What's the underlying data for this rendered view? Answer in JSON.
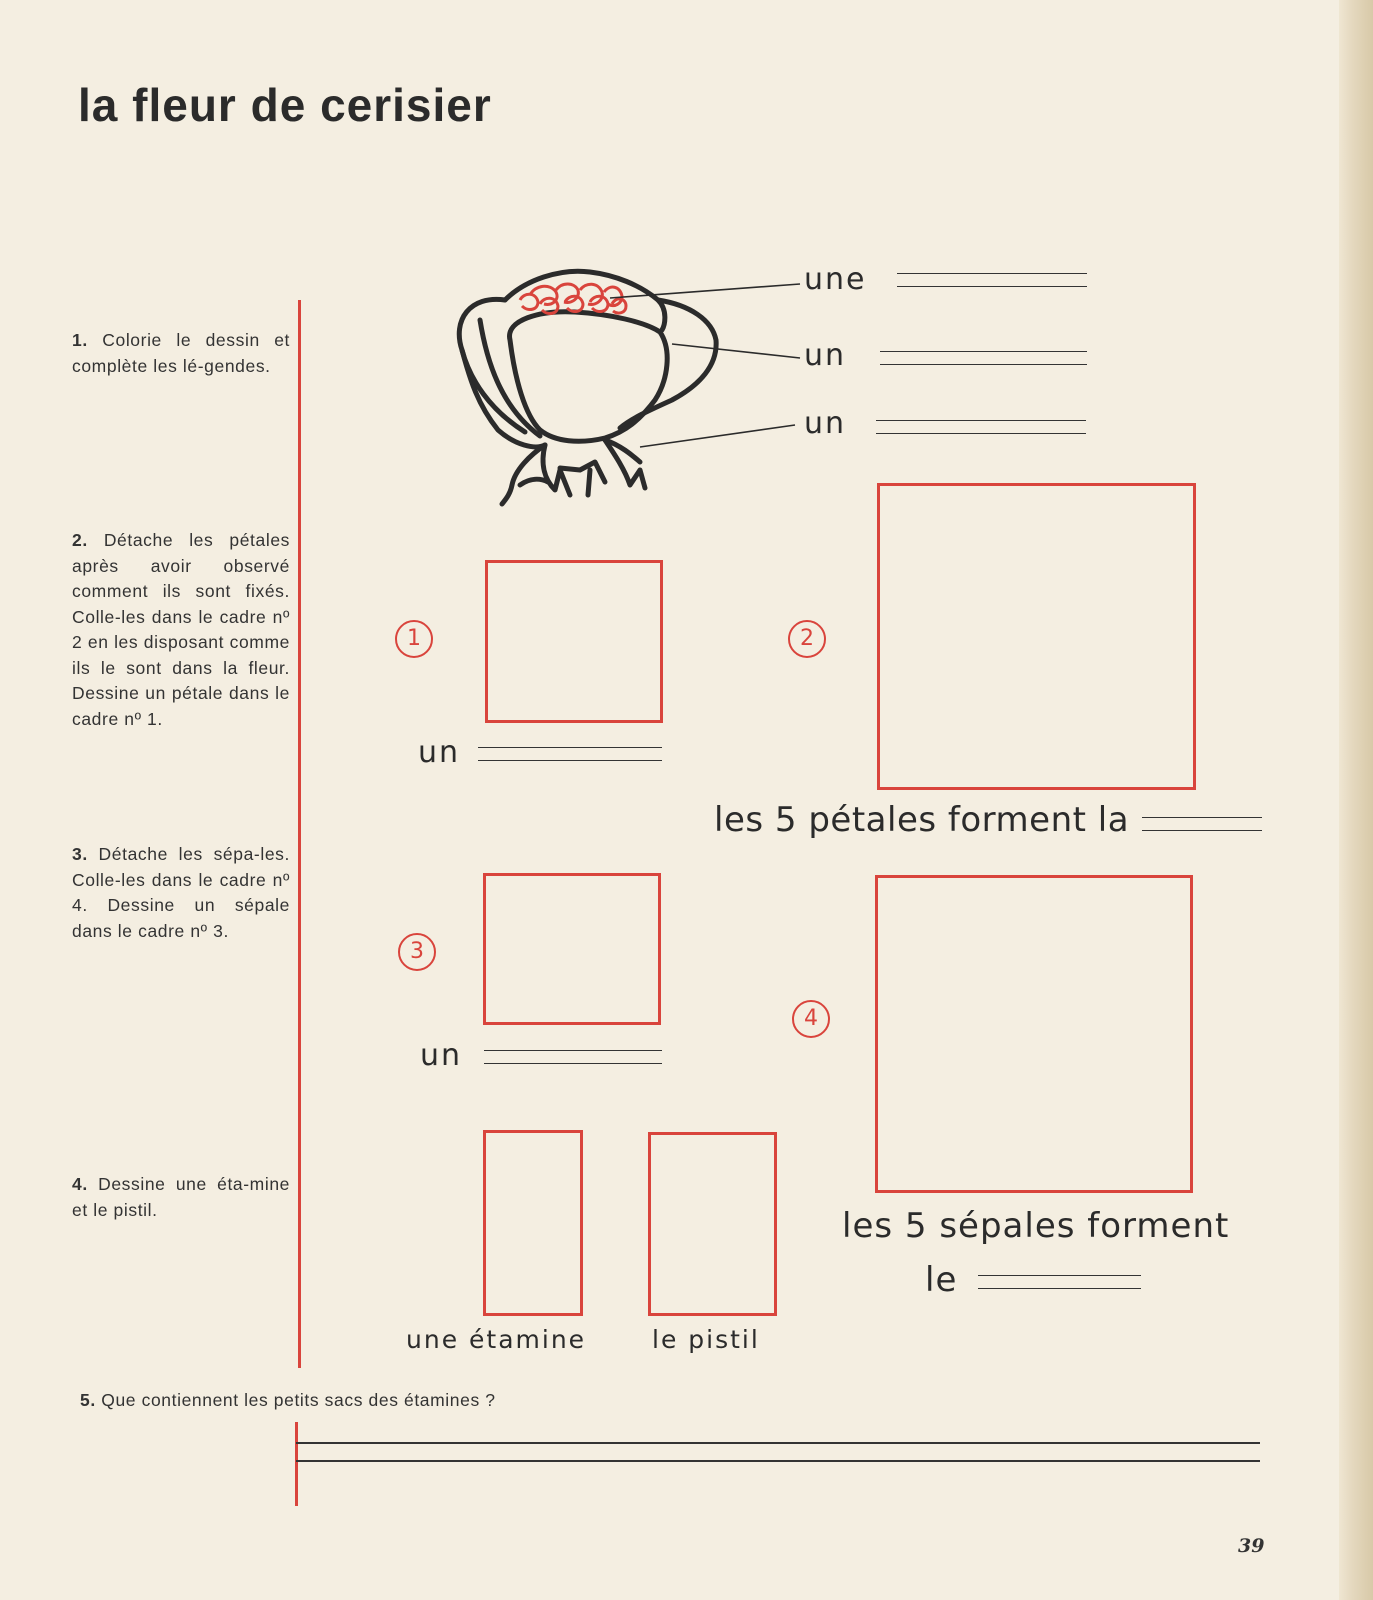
{
  "title": "la fleur de cerisier",
  "instructions": {
    "i1": {
      "num": "1.",
      "text": "Colorie le dessin et complète les lé-gendes."
    },
    "i2": {
      "num": "2.",
      "text": "Détache les pétales après avoir observé comment ils sont fixés. Colle-les dans le cadre nº 2 en les disposant comme ils le sont dans la fleur. Dessine un pétale dans le cadre nº 1."
    },
    "i3": {
      "num": "3.",
      "text": "Détache les sépa-les. Colle-les dans le cadre nº 4. Dessine un sépale dans le cadre nº 3."
    },
    "i4": {
      "num": "4.",
      "text": "Dessine une éta-mine et le pistil."
    }
  },
  "flower_labels": {
    "l1": "une",
    "l2": "un",
    "l3": "un"
  },
  "frames": {
    "n1": "1",
    "n2": "2",
    "n3": "3",
    "n4": "4",
    "frame1_label": "un",
    "frame3_label": "un",
    "petals_sentence": "les 5 pétales forment la",
    "sepals_sentence_line1": "les 5 sépales forment",
    "sepals_sentence_line2": "le",
    "stamen_label": "une étamine",
    "pistil_label": "le pistil"
  },
  "question5": {
    "num": "5.",
    "text": "Que contiennent les petits sacs des étamines ?"
  },
  "page_number": "39",
  "colors": {
    "accent_red": "#d9443c",
    "ink": "#2b2b2b",
    "paper": "#f4eee1"
  }
}
